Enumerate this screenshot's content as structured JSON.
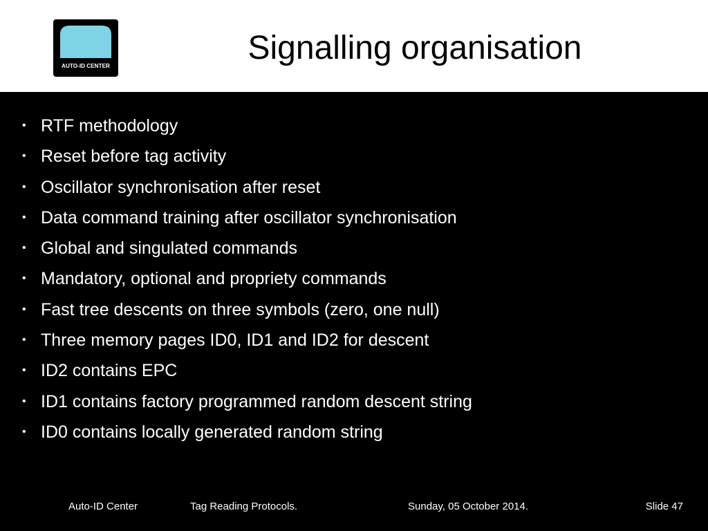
{
  "logo": {
    "text": "AUTO-ID CENTER",
    "accent_color": "#7fd3e6"
  },
  "title": "Signalling organisation",
  "bullet_glyph": "•",
  "bullets": [
    "RTF methodology",
    "Reset before tag activity",
    "Oscillator synchronisation after reset",
    "Data command training after oscillator synchronisation",
    "Global and singulated commands",
    "Mandatory, optional and propriety commands",
    "Fast tree descents on three symbols (zero, one null)",
    "Three memory pages ID0, ID1 and ID2 for descent",
    "ID2 contains EPC",
    "ID1 contains factory programmed random descent string",
    "ID0 contains locally generated random string"
  ],
  "footer": {
    "organisation": "Auto-ID Center",
    "topic": "Tag Reading Protocols.",
    "date": "Sunday, 05 October 2014.",
    "slide_number": "Slide 47"
  }
}
